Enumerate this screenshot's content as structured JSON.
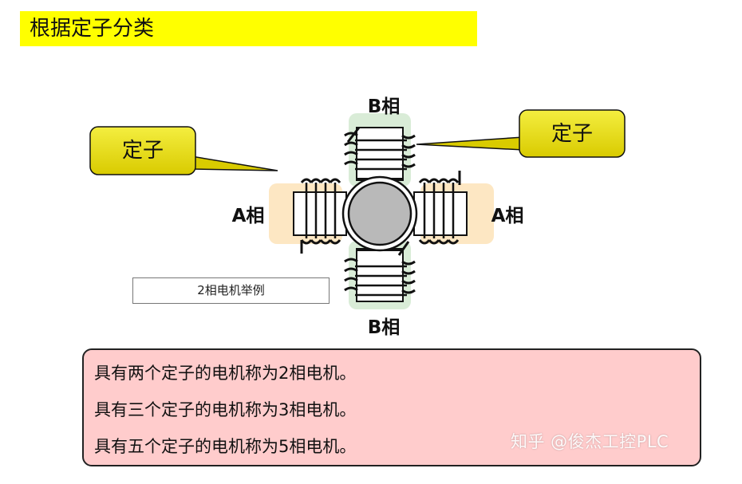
{
  "title": "根据定子分类",
  "labels": {
    "b_top": "B相",
    "b_bottom": "B相",
    "a_left": "A相",
    "a_right": "A相",
    "callout_left": "定子",
    "callout_right": "定子"
  },
  "caption": "2相电机举例",
  "info_lines": [
    "具有两个定子的电机称为2相电机。",
    "具有三个定子的电机称为3相电机。",
    "具有五个定子的电机称为5相电机。"
  ],
  "watermark": "知乎 @俊杰工控PLC",
  "colors": {
    "title_bg": "#ffff00",
    "callout_fill": "#e8de00",
    "a_phase_tint": "#fde3b8",
    "b_phase_tint": "#d5ead3",
    "info_bg": "#ffcccc",
    "rotor": "#b9b9b9"
  }
}
